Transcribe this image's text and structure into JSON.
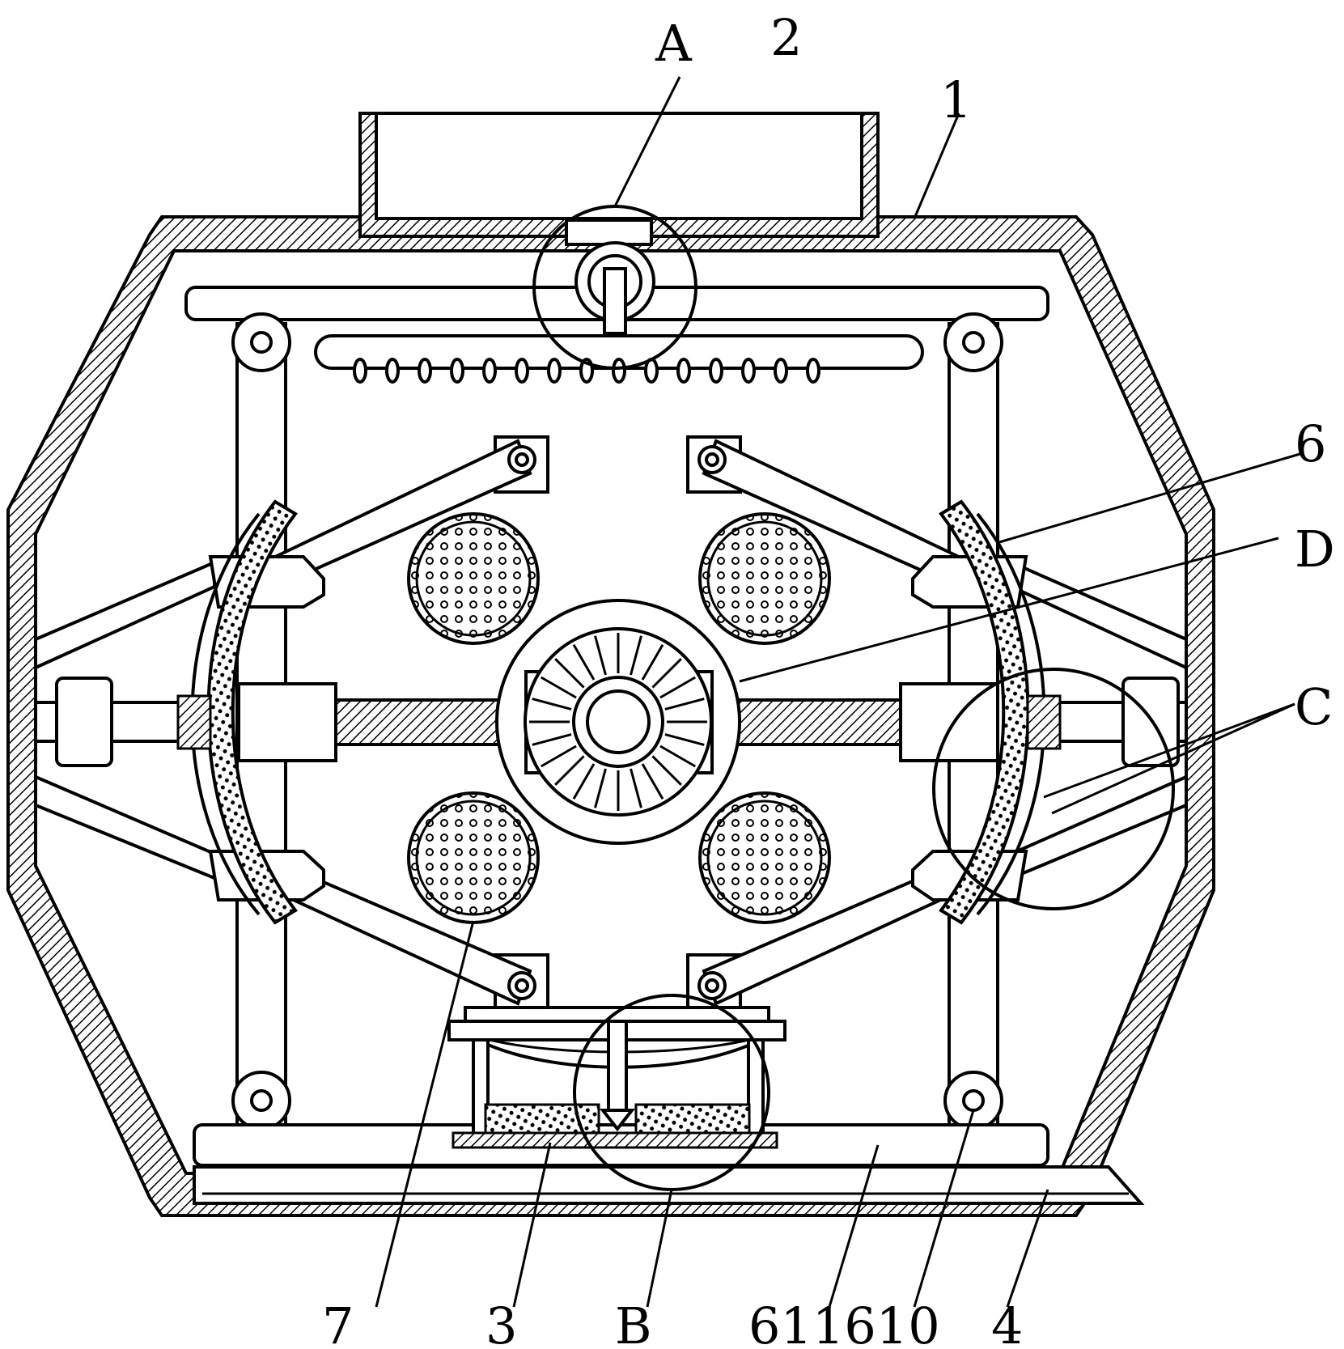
{
  "labels": {
    "A": "A",
    "two": "2",
    "one": "1",
    "six": "6",
    "D": "D",
    "C": "C",
    "seven": "7",
    "three": "3",
    "B": "B",
    "six11_610": "611610",
    "four": "4"
  }
}
